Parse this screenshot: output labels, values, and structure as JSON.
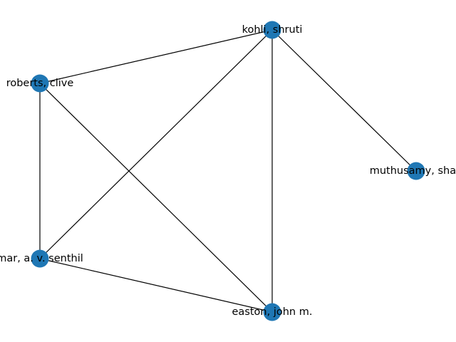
{
  "graph": {
    "node_color": "#1f77b4",
    "edge_color": "#000000",
    "nodes": [
      {
        "id": "kohli",
        "label": "kohli, shruti"
      },
      {
        "id": "roberts",
        "label": "roberts, clive"
      },
      {
        "id": "muthusamy",
        "label": "muthusamy, shan"
      },
      {
        "id": "senthil",
        "label": "mar, a. v. senthil"
      },
      {
        "id": "easton",
        "label": "easton, john m."
      }
    ],
    "edges": [
      [
        "kohli",
        "roberts"
      ],
      [
        "kohli",
        "muthusamy"
      ],
      [
        "kohli",
        "senthil"
      ],
      [
        "kohli",
        "easton"
      ],
      [
        "roberts",
        "senthil"
      ],
      [
        "roberts",
        "easton"
      ],
      [
        "senthil",
        "easton"
      ]
    ]
  }
}
